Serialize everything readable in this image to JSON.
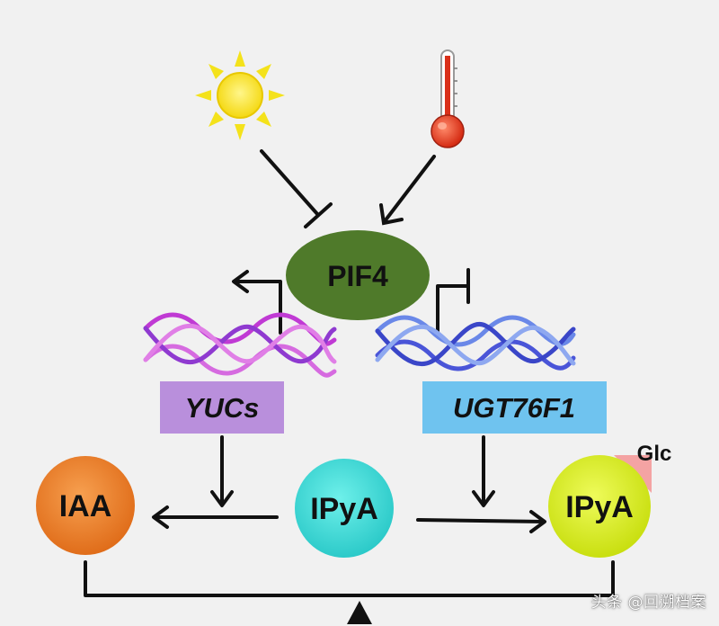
{
  "nodes": {
    "pif4": "PIF4",
    "yucs": "YUCs",
    "ugt": "UGT76F1",
    "iaa": "IAA",
    "ipya_center": "IPyA",
    "ipya_glc": "IPyA",
    "glc": "Glc"
  },
  "watermark": "头条 @回溯档案",
  "colors": {
    "pif4": "#4f7a2a",
    "yucs_box": "#b98fdc",
    "ugt_box": "#6fc3ef",
    "iaa": "#ec7a25",
    "ipya_center": "#3fd6d4",
    "ipya_glc": "#d7ea1c",
    "glc_tag": "#f4a3a3",
    "dna_left": "#c03ad4",
    "dna_right": "#4a55d8",
    "sun": "#f4e21b",
    "thermometer": "#e0351a"
  }
}
